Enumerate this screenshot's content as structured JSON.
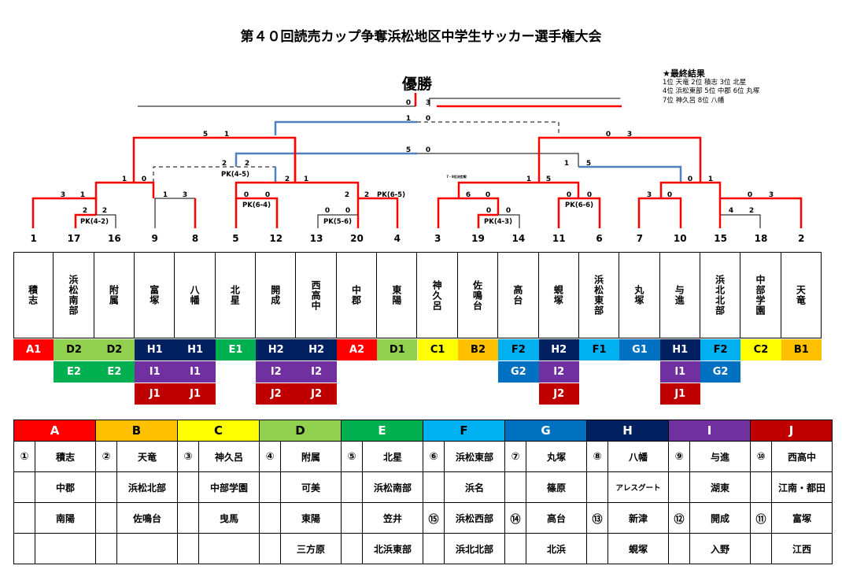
{
  "title": "第４０回読売カップ争奪浜松地区中学生サッカー選手権大会",
  "champion_label": "優勝",
  "results": {
    "heading": "★最終結果",
    "lines": [
      "1位 天竜 2位 積志 3位 北星",
      "4位 浜松東部 5位 中郡 6位 丸塚",
      "7位 神久呂 8位 八幡"
    ]
  },
  "bracket": {
    "seeds": [
      "1",
      "17",
      "16",
      "9",
      "8",
      "5",
      "12",
      "13",
      "20",
      "4",
      "3",
      "19",
      "14",
      "11",
      "6",
      "7",
      "10",
      "15",
      "18",
      "2"
    ],
    "scores": {
      "final": [
        "0",
        "3"
      ],
      "third": [
        "1",
        "0"
      ],
      "fifth": [
        "5",
        "0"
      ],
      "sf_left": [
        "5",
        "1"
      ],
      "sf_right": [
        "0",
        "3"
      ],
      "seventh": [
        "2",
        "2"
      ],
      "seventh_pk": "PK(4-5)",
      "r3_left_a": [
        "1",
        "0"
      ],
      "r3_left_b": [
        "2",
        "1"
      ],
      "r3_right_a": [
        "1",
        "5"
      ],
      "r3_right_b": [
        "0",
        "1"
      ],
      "r2_1": [
        "3",
        "1"
      ],
      "r2_2": [
        "1",
        "3"
      ],
      "r2_3": [
        "0",
        "0"
      ],
      "r2_3_pk": "PK(6-4)",
      "r2_4": [
        "2",
        "2"
      ],
      "r2_4_pk": "PK(6-5)",
      "r2_5": [
        "6",
        "0"
      ],
      "r2_6": [
        "0",
        "0"
      ],
      "r2_6_pk": "PK(6-6)",
      "r2_7": [
        "3",
        "0"
      ],
      "r2_8": [
        "0",
        "3"
      ],
      "r1_1": [
        "2",
        "2"
      ],
      "r1_1_pk": "PK(4-2)",
      "r1_2": [
        "0",
        "0"
      ],
      "r1_2_pk": "PK(5-6)",
      "r1_3": [
        "0",
        "0"
      ],
      "r1_3_pk": "PK(4-3)",
      "r1_4": [
        "4",
        "2"
      ],
      "small_note": "7・8位決定戦"
    }
  },
  "teams": [
    "積志",
    "浜松南部",
    "附属",
    "富塚",
    "八幡",
    "北星",
    "開成",
    "西高中",
    "中郡",
    "東陽",
    "神久呂",
    "佐鳴台",
    "高台",
    "蜆塚",
    "浜松東部",
    "丸塚",
    "与進",
    "浜北北部",
    "中部学園",
    "天竜"
  ],
  "group_codes": [
    [
      "A1"
    ],
    [
      "D2",
      "E2"
    ],
    [
      "D2",
      "E2"
    ],
    [
      "H1",
      "I1",
      "J1"
    ],
    [
      "H1",
      "I1",
      "J1"
    ],
    [
      "E1"
    ],
    [
      "H2",
      "I2",
      "J2"
    ],
    [
      "H2",
      "I2",
      "J2"
    ],
    [
      "A2"
    ],
    [
      "D1"
    ],
    [
      "C1"
    ],
    [
      "B2"
    ],
    [
      "F2",
      "G2"
    ],
    [
      "H2",
      "I2",
      "J2"
    ],
    [
      "F1"
    ],
    [
      "G1"
    ],
    [
      "H1",
      "I1",
      "J1"
    ],
    [
      "F2",
      "G2"
    ],
    [
      "C2"
    ],
    [
      "B1"
    ]
  ],
  "group_colors": {
    "A": "#ff0000",
    "B": "#ffc000",
    "C": "#ffff00",
    "D": "#92d050",
    "E": "#00b050",
    "F": "#00b0f0",
    "G": "#0070c0",
    "H": "#002060",
    "I": "#7030a0",
    "J": "#c00000"
  },
  "group_text_colors": {
    "A": "#ffffff",
    "B": "#000000",
    "C": "#000000",
    "D": "#000000",
    "E": "#ffffff",
    "F": "#000000",
    "G": "#ffffff",
    "H": "#ffffff",
    "I": "#ffffff",
    "J": "#ffffff"
  },
  "groups_table": {
    "headers": [
      "A",
      "B",
      "C",
      "D",
      "E",
      "F",
      "G",
      "H",
      "I",
      "J"
    ],
    "rows": [
      [
        [
          "①",
          "積志"
        ],
        [
          "②",
          "天竜"
        ],
        [
          "③",
          "神久呂"
        ],
        [
          "④",
          "附属"
        ],
        [
          "⑤",
          "北星"
        ],
        [
          "⑥",
          "浜松東部"
        ],
        [
          "⑦",
          "丸塚"
        ],
        [
          "⑧",
          "八幡"
        ],
        [
          "⑨",
          "与進"
        ],
        [
          "⑩",
          "西高中"
        ]
      ],
      [
        [
          "",
          "中郡"
        ],
        [
          "",
          "浜松北部"
        ],
        [
          "",
          "中部学園"
        ],
        [
          "",
          "可美"
        ],
        [
          "",
          "浜松南部"
        ],
        [
          "",
          "浜名"
        ],
        [
          "",
          "篠原"
        ],
        [
          "",
          "アレスグート"
        ],
        [
          "",
          "湖東"
        ],
        [
          "",
          "江南・都田"
        ]
      ],
      [
        [
          "",
          "南陽"
        ],
        [
          "",
          "佐鳴台"
        ],
        [
          "",
          "曳馬"
        ],
        [
          "",
          "東陽"
        ],
        [
          "",
          "笠井"
        ],
        [
          "⑮",
          "浜松西部"
        ],
        [
          "⑭",
          "高台"
        ],
        [
          "⑬",
          "新津"
        ],
        [
          "⑫",
          "開成"
        ],
        [
          "⑪",
          "富塚"
        ]
      ],
      [
        [
          "",
          ""
        ],
        [
          "",
          ""
        ],
        [
          "",
          ""
        ],
        [
          "",
          "三方原"
        ],
        [
          "",
          "北浜東部"
        ],
        [
          "",
          "浜北北部"
        ],
        [
          "",
          "北浜"
        ],
        [
          "",
          "蜆塚"
        ],
        [
          "",
          "入野"
        ],
        [
          "",
          "江西"
        ]
      ]
    ]
  }
}
